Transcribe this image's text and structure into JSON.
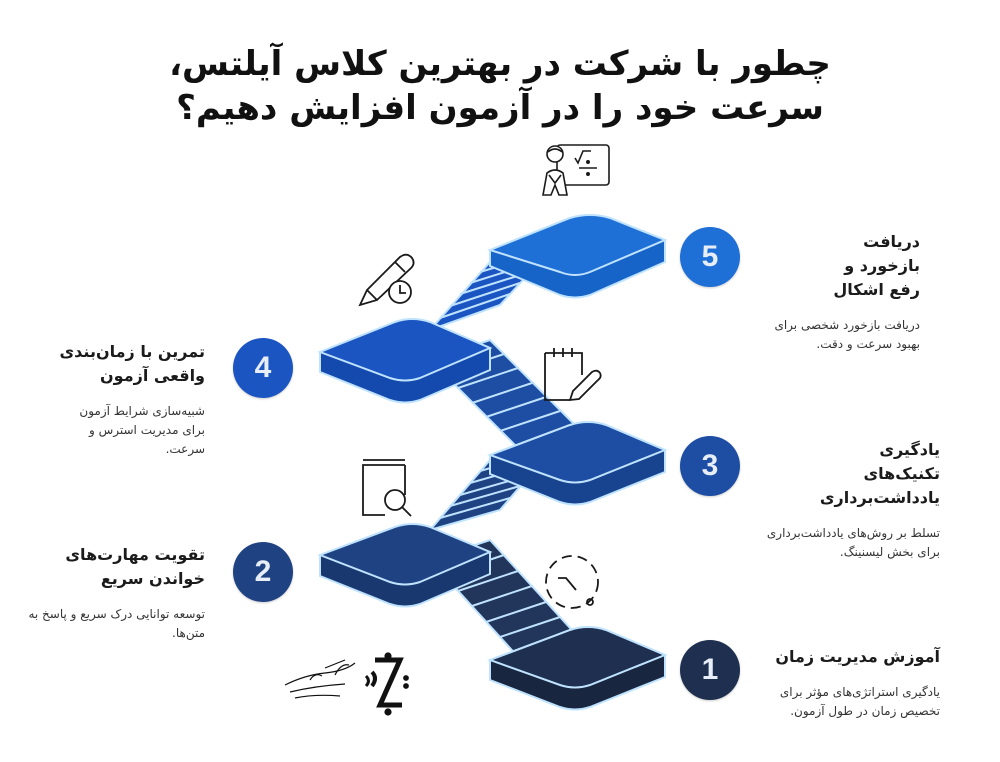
{
  "title": {
    "line1": "چطور با شرکت در بهترین کلاس آیلتس،",
    "line2": "سرعت خود را در آزمون افزایش دهیم؟"
  },
  "colors": {
    "step1": "#1e2f4f",
    "step2": "#1f4283",
    "step3": "#1d4ea3",
    "step4": "#1a55c2",
    "step5": "#1e6fd6",
    "edge": "#bfe3ff"
  },
  "steps": [
    {
      "number": "1",
      "title": "آموزش مدیریت زمان",
      "desc": "یادگیری استراتژی‌های مؤثر برای تخصیص زمان در طول آزمون.",
      "icon": "clock-dashed-icon"
    },
    {
      "number": "2",
      "title": "تقویت مهارت‌های خواندن سریع",
      "desc": "توسعه توانایی درک سریع و پاسخ به متن‌ها.",
      "icon": "book-search-icon"
    },
    {
      "number": "3",
      "title": "یادگیری تکنیک‌های یادداشت‌برداری",
      "desc": "تسلط بر روش‌های یادداشت‌برداری برای بخش لیسنینگ.",
      "icon": "notepad-pen-icon"
    },
    {
      "number": "4",
      "title": "تمرین با زمان‌بندی واقعی آزمون",
      "desc": "شبیه‌سازی شرایط آزمون برای مدیریت استرس و سرعت.",
      "icon": "pencil-clock-icon"
    },
    {
      "number": "5",
      "title": "دریافت بازخورد و رفع اشکال",
      "desc": "دریافت بازخورد شخصی برای بهبود سرعت و دقت.",
      "icon": "teacher-board-icon"
    }
  ],
  "logo": {
    "text": "موسسه زبان زنگان",
    "icon": "institute-logo-icon"
  }
}
